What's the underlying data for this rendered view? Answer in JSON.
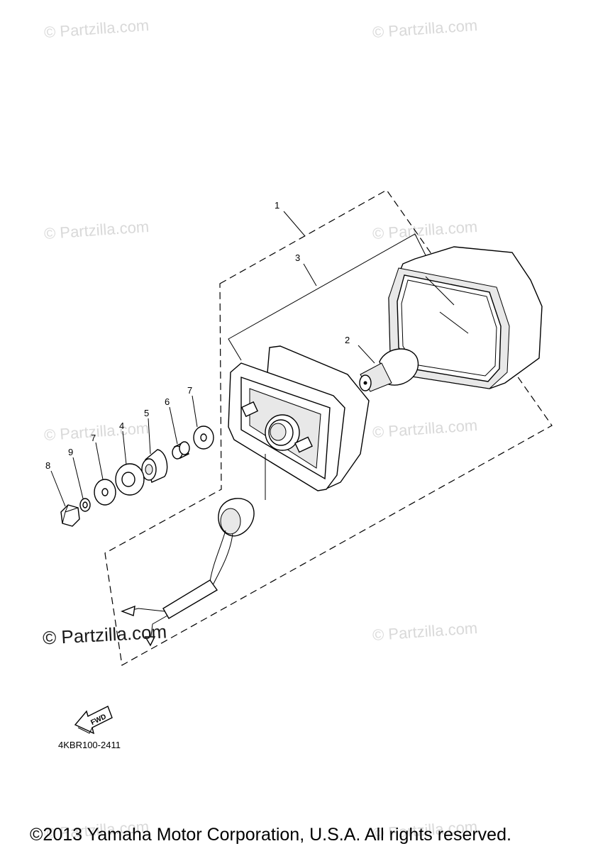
{
  "watermark": {
    "text": "© Partzilla.com",
    "prominent_text": "© Partzilla.com"
  },
  "callouts": [
    {
      "id": "c1",
      "label": "1"
    },
    {
      "id": "c3",
      "label": "3"
    },
    {
      "id": "c2",
      "label": "2"
    },
    {
      "id": "c7a",
      "label": "7"
    },
    {
      "id": "c6",
      "label": "6"
    },
    {
      "id": "c5",
      "label": "5"
    },
    {
      "id": "c4",
      "label": "4"
    },
    {
      "id": "c7b",
      "label": "7"
    },
    {
      "id": "c9",
      "label": "9"
    },
    {
      "id": "c8",
      "label": "8"
    }
  ],
  "fwd_label": "FWD",
  "diagram_code": "4KBR100-2411",
  "copyright": "©2013 Yamaha Motor Corporation, U.S.A. All rights reserved."
}
